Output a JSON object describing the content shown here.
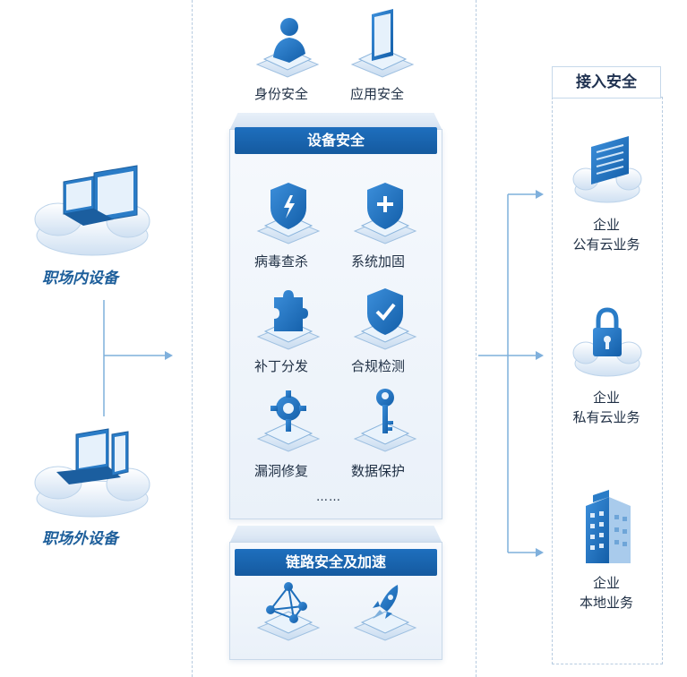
{
  "devices": {
    "inner_label": "职场内设备",
    "outer_label": "职场外设备"
  },
  "top_icons": [
    {
      "label": "身份安全",
      "icon": "user-identity-icon"
    },
    {
      "label": "应用安全",
      "icon": "mobile-app-icon"
    }
  ],
  "device_security": {
    "title": "设备安全",
    "items": [
      {
        "label": "病毒查杀",
        "icon": "antivirus-shield-icon"
      },
      {
        "label": "系统加固",
        "icon": "system-hardening-shield-icon"
      },
      {
        "label": "补丁分发",
        "icon": "patch-puzzle-icon"
      },
      {
        "label": "合规检测",
        "icon": "compliance-check-shield-icon"
      },
      {
        "label": "漏洞修复",
        "icon": "gear-repair-icon"
      },
      {
        "label": "数据保护",
        "icon": "key-icon"
      }
    ],
    "more": "……"
  },
  "link_security": {
    "title": "链路安全及加速",
    "items": [
      {
        "icon": "network-nodes-icon"
      },
      {
        "icon": "rocket-icon"
      }
    ]
  },
  "access_security": {
    "title": "接入安全",
    "targets": [
      {
        "line1": "企业",
        "line2": "公有云业务",
        "icon": "public-cloud-server-icon"
      },
      {
        "line1": "企业",
        "line2": "私有云业务",
        "icon": "private-cloud-lock-icon"
      },
      {
        "line1": "企业",
        "line2": "本地业务",
        "icon": "local-building-icon"
      }
    ]
  },
  "colors": {
    "primary": "#1565b3",
    "light_blue": "#cfe0f2",
    "connector": "#7fb0dc"
  }
}
